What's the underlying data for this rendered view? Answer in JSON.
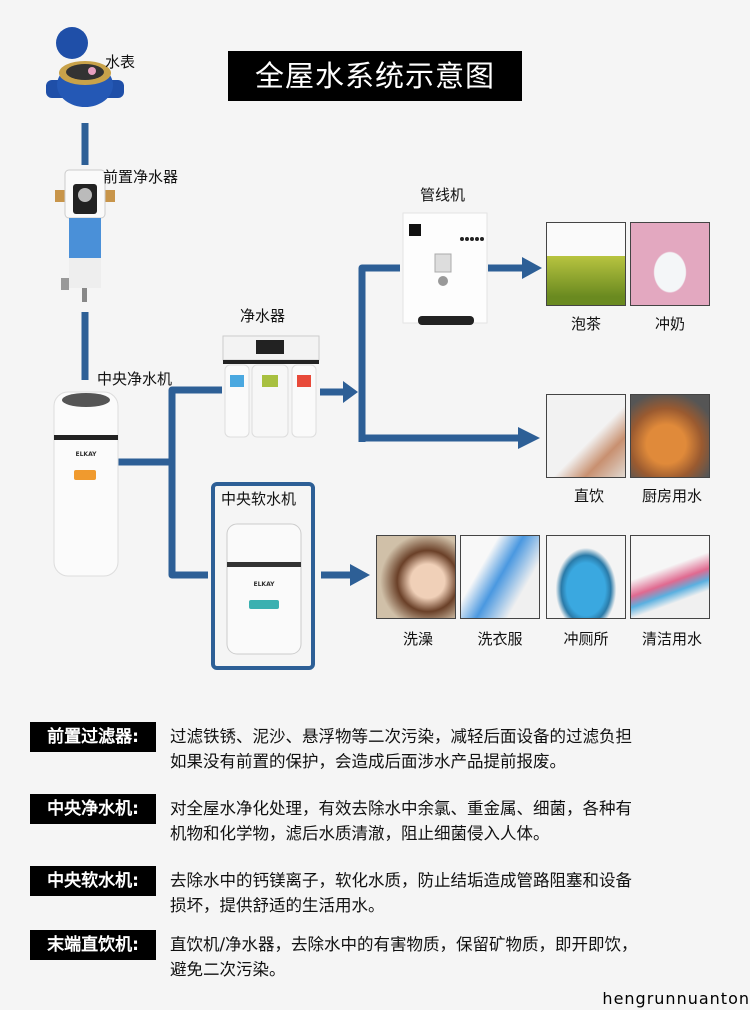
{
  "title": "全屋水系统示意图",
  "devices": {
    "water_meter": "水表",
    "pre_filter": "前置净水器",
    "central_purifier": "中央净水机",
    "purifier": "净水器",
    "pipeline_machine": "管线机",
    "central_softener": "中央软水机"
  },
  "brand": "ELKAY",
  "uses": {
    "pipeline": [
      "泡茶",
      "冲奶"
    ],
    "purifier": [
      "直饮",
      "厨房用水"
    ],
    "softener": [
      "洗澡",
      "洗衣服",
      "冲厕所",
      "清洁用水"
    ]
  },
  "descriptions": [
    {
      "tag": "前置过滤器:",
      "lines": [
        "过滤铁锈、泥沙、悬浮物等二次污染，减轻后面设备的过滤负担",
        "如果没有前置的保护，会造成后面涉水产品提前报废。"
      ]
    },
    {
      "tag": "中央净水机:",
      "lines": [
        "对全屋水净化处理，有效去除水中余氯、重金属、细菌，各种有",
        "机物和化学物，滤后水质清澈，阻止细菌侵入人体。"
      ]
    },
    {
      "tag": "中央软水机:",
      "lines": [
        "去除水中的钙镁离子，软化水质，防止结垢造成管路阻塞和设备",
        "损坏，提供舒适的生活用水。"
      ]
    },
    {
      "tag": "末端直饮机:",
      "lines": [
        "直饮机/净水器，去除水中的有害物质，保留矿物质，即开即饮，",
        "避免二次污染。"
      ]
    }
  ],
  "watermark": "hengrunnuanton",
  "colors": {
    "pipe": "#2d5f96",
    "background": "#f5f5f5",
    "tag_bg": "#000000"
  }
}
